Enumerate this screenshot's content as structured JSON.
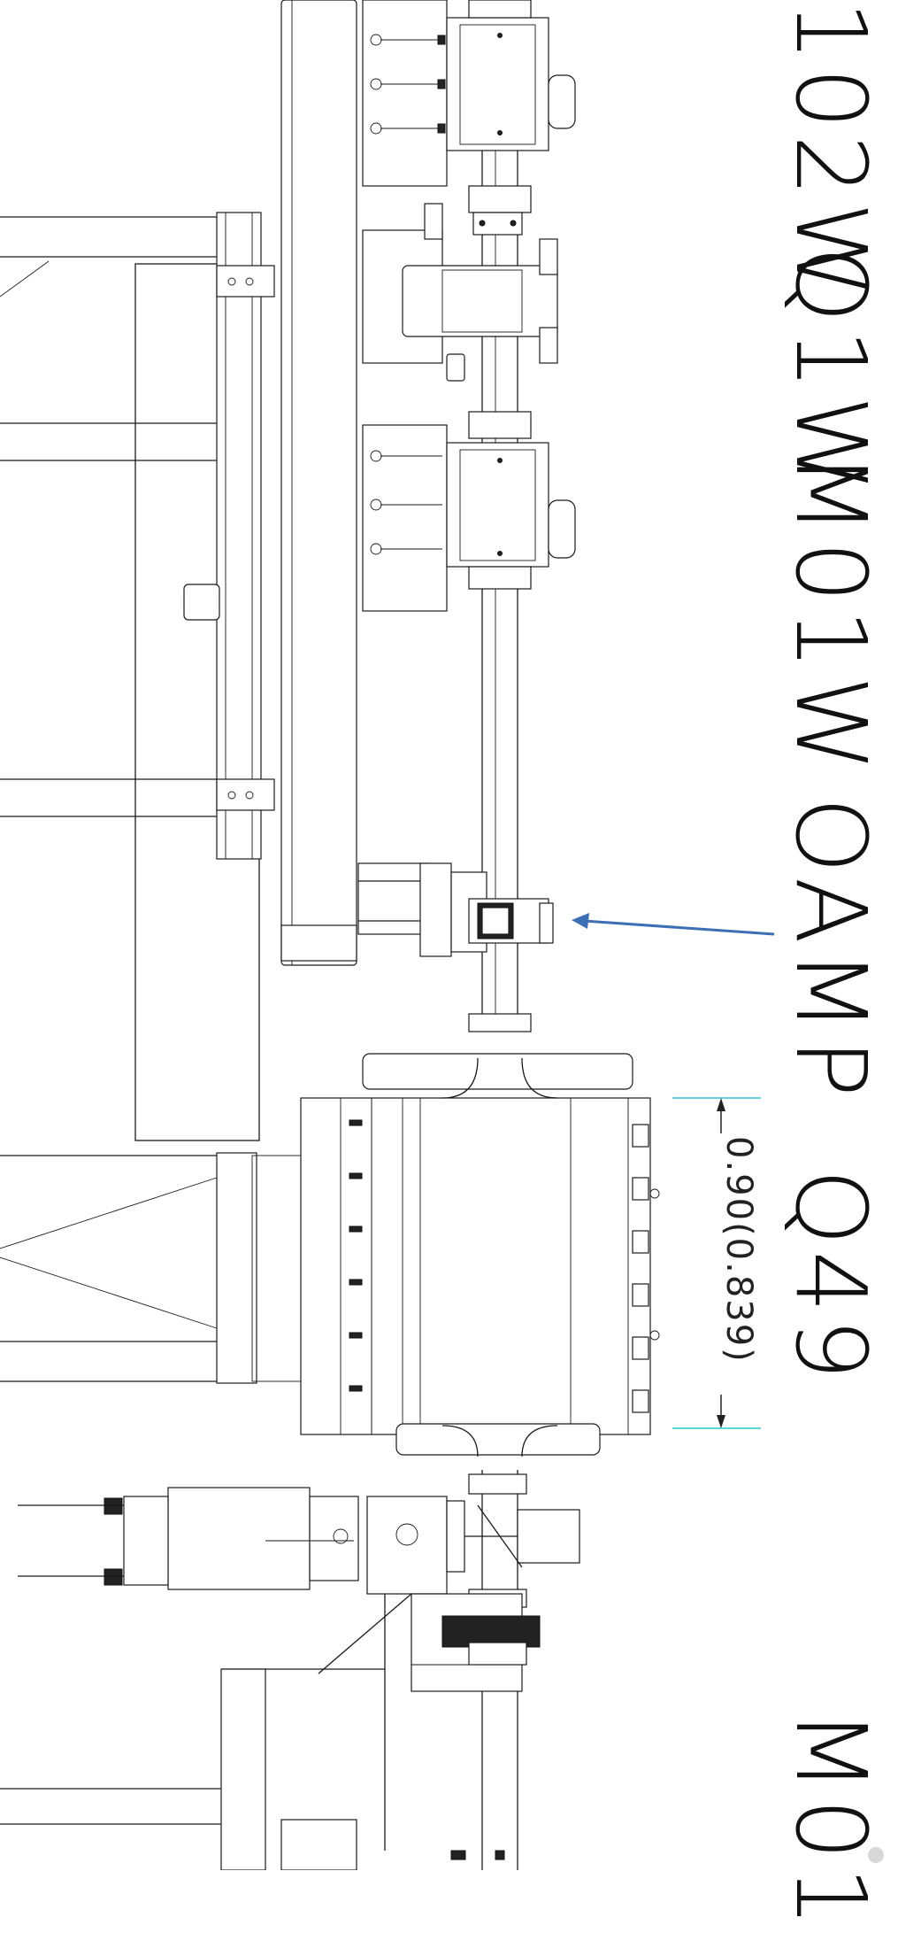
{
  "labels": {
    "element_1": "102W",
    "element_2": "Q1W",
    "element_3": "M01W",
    "element_4": "OAMP",
    "element_5": "Q49",
    "element_6": "M01"
  },
  "dimension": {
    "text": "0.90(0.839)"
  },
  "colors": {
    "dimension_line": "#2cc6cf",
    "pointer_arrow": "#3d6fb4",
    "drawing_line": "#1a1a1a"
  }
}
